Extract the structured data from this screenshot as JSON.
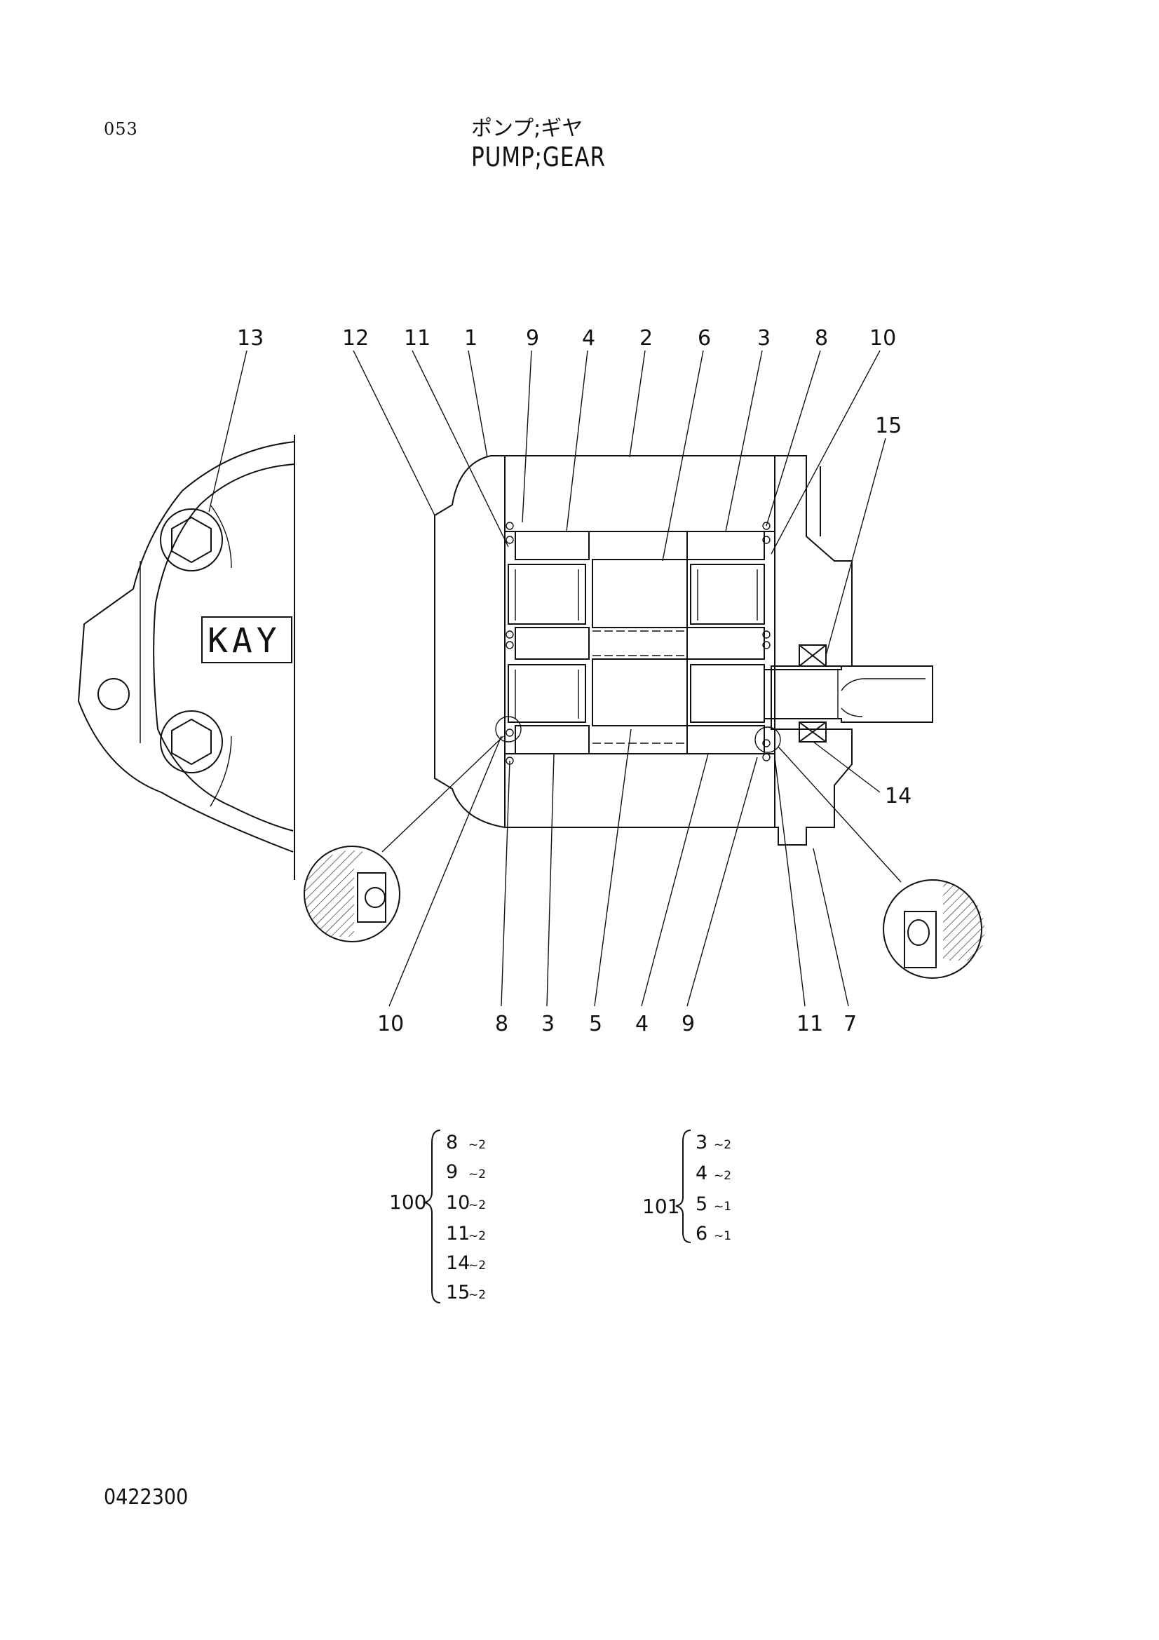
{
  "page_number": "053",
  "title_jp": "ポンプ;ギヤ",
  "title_en": "PUMP;GEAR",
  "document_code": "0422300",
  "cover_logo_text": "KAY",
  "callouts_top": [
    "13",
    "12",
    "11",
    "1",
    "9",
    "4",
    "2",
    "6",
    "3",
    "8",
    "10",
    "15"
  ],
  "callouts_right": [
    "14"
  ],
  "callouts_bottom": [
    "10",
    "8",
    "3",
    "5",
    "4",
    "9",
    "11",
    "7"
  ],
  "kits": [
    {
      "id": "100",
      "items": [
        {
          "part": "8",
          "qty": "~2"
        },
        {
          "part": "9",
          "qty": "~2"
        },
        {
          "part": "10",
          "qty": "~2"
        },
        {
          "part": "11",
          "qty": "~2"
        },
        {
          "part": "14",
          "qty": "~2"
        },
        {
          "part": "15",
          "qty": "~2"
        }
      ]
    },
    {
      "id": "101",
      "items": [
        {
          "part": "3",
          "qty": "~2"
        },
        {
          "part": "4",
          "qty": "~2"
        },
        {
          "part": "5",
          "qty": "~1"
        },
        {
          "part": "6",
          "qty": "~1"
        }
      ]
    }
  ]
}
